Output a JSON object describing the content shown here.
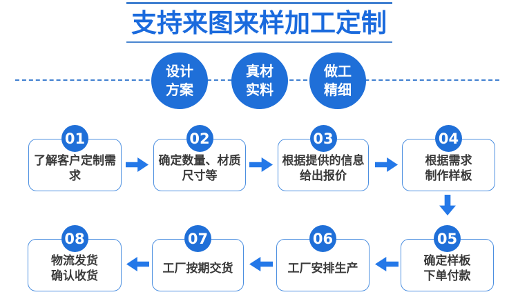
{
  "header": {
    "title": "支持来图来样加工定制"
  },
  "features": [
    {
      "label": "设计\n方案"
    },
    {
      "label": "真材\n实料"
    },
    {
      "label": "做工\n精细"
    }
  ],
  "process": {
    "steps": [
      {
        "num": "01",
        "text": "了解客户定制需\n求"
      },
      {
        "num": "02",
        "text": "确定数量、材质\n尺寸等"
      },
      {
        "num": "03",
        "text": "根据提供的信息\n给出报价"
      },
      {
        "num": "04",
        "text": "根据需求\n制作样板"
      },
      {
        "num": "05",
        "text": "确定样板\n下单付款"
      },
      {
        "num": "06",
        "text": "工厂安排生产"
      },
      {
        "num": "07",
        "text": "工厂按期交货"
      },
      {
        "num": "08",
        "text": "物流发货\n确认收货"
      }
    ]
  },
  "colors": {
    "primary": "#1f6fd8",
    "title-blue": "#1a6add",
    "arrow-blue": "#2478e8",
    "box-border": "#4c8fe0",
    "text-dark": "#3a3a3a",
    "rule-blue": "#3f7fd0"
  }
}
